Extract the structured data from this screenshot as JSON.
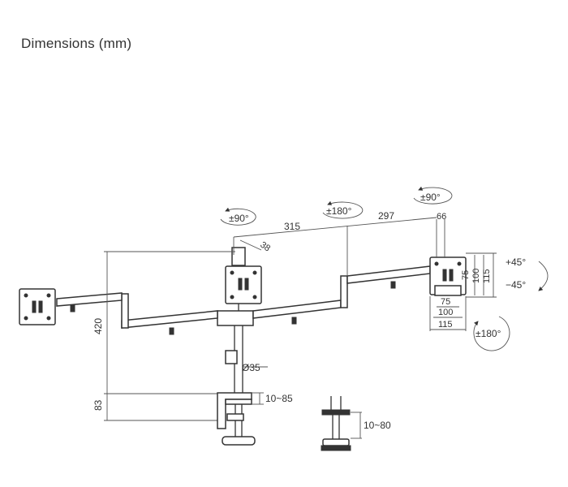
{
  "title": "Dimensions (mm)",
  "labels": {
    "rot_center": "±90°",
    "rot_mid": "±180°",
    "rot_right": "±90°",
    "rot_bottom": "±180°",
    "arm1": "315",
    "arm2": "297",
    "dim66": "66",
    "dim38": "38",
    "height420": "420",
    "height83": "83",
    "pole": "Ø35",
    "clamp": "10~85",
    "grommet": "10~80",
    "tilt_up": "+45°",
    "tilt_down": "−45°",
    "vesa75v": "75",
    "vesa100v": "100",
    "vesa115v": "115",
    "vesa75h": "75",
    "vesa100h": "100",
    "vesa115h": "115"
  }
}
